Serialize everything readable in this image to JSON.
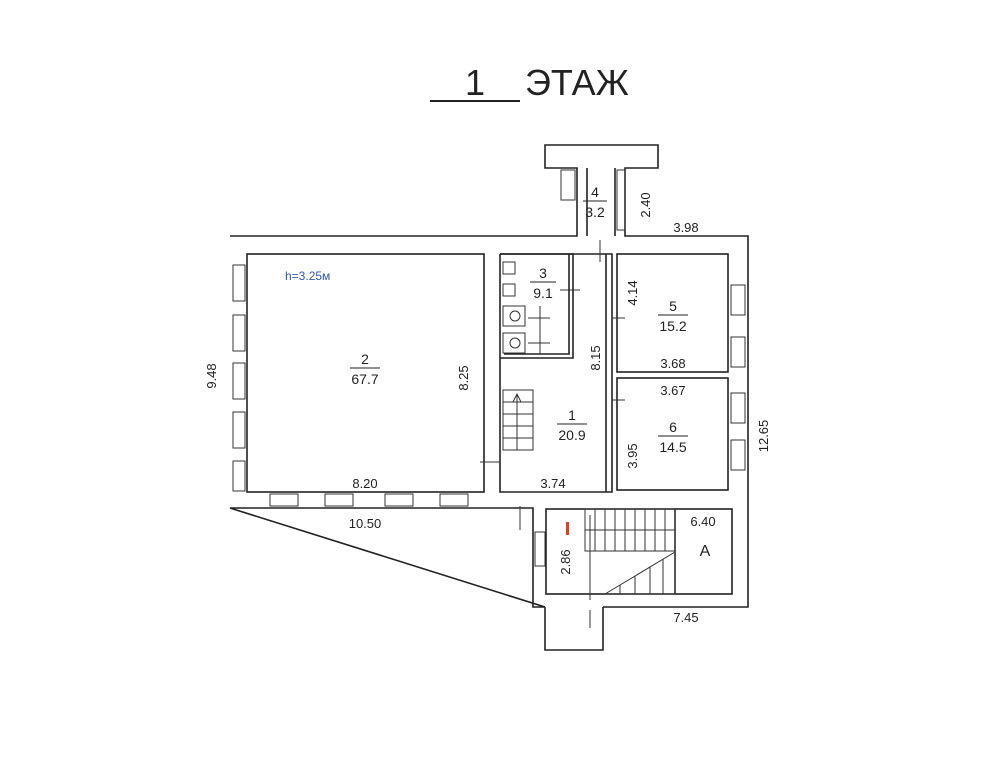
{
  "title": {
    "number": "1",
    "word": "ЭТАЖ"
  },
  "height_note": {
    "text": "h=3.25м",
    "color": "#3355aa"
  },
  "rooms": [
    {
      "number": "1",
      "area": "20.9"
    },
    {
      "number": "2",
      "area": "67.7"
    },
    {
      "number": "3",
      "area": "9.1"
    },
    {
      "number": "4",
      "area": "3.2"
    },
    {
      "number": "5",
      "area": "15.2"
    },
    {
      "number": "6",
      "area": "14.5"
    }
  ],
  "annex_label": "А",
  "dimensions": {
    "d240": "2.40",
    "d398": "3.98",
    "d948": "9.48",
    "d825": "8.25",
    "d820": "8.20",
    "d1050": "10.50",
    "d414": "4.14",
    "d815": "8.15",
    "d368": "3.68",
    "d367": "3.67",
    "d395": "3.95",
    "d374": "3.74",
    "d1265": "12.65",
    "d640": "6.40",
    "d286": "2.86",
    "d745": "7.45"
  },
  "marker_color": "#e04020"
}
